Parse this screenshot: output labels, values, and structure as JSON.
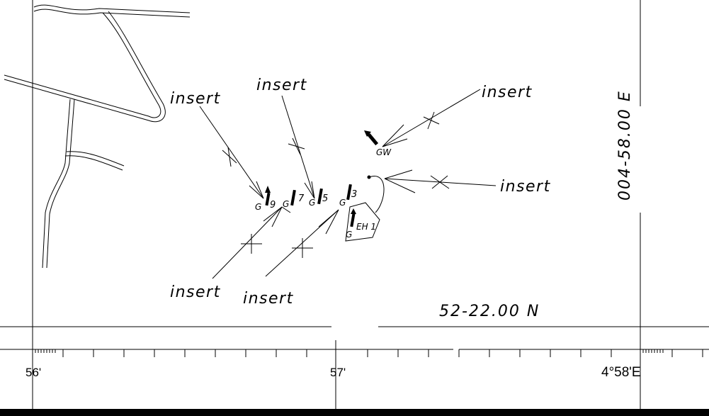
{
  "map": {
    "annotations": {
      "insert_1": "insert",
      "insert_2": "insert",
      "insert_3": "insert",
      "insert_4": "insert",
      "insert_5": "insert",
      "insert_6": "insert"
    },
    "features": {
      "g9": "G",
      "g9_num": "9",
      "g7": "G",
      "g7_num": "7",
      "g5": "G",
      "g5_num": "5",
      "g3": "G",
      "g3_num": "3",
      "eh1": "EH 1",
      "eh1_g": "G",
      "gw": "GW"
    },
    "latitude_label": "52-22.00 N",
    "longitude_label": "004-58.00 E",
    "scale": {
      "minute_56": "56'",
      "minute_57": "57'",
      "minute_58": "4°58'E"
    },
    "colors": {
      "ink": "#000000",
      "background": "#ffffff"
    }
  }
}
